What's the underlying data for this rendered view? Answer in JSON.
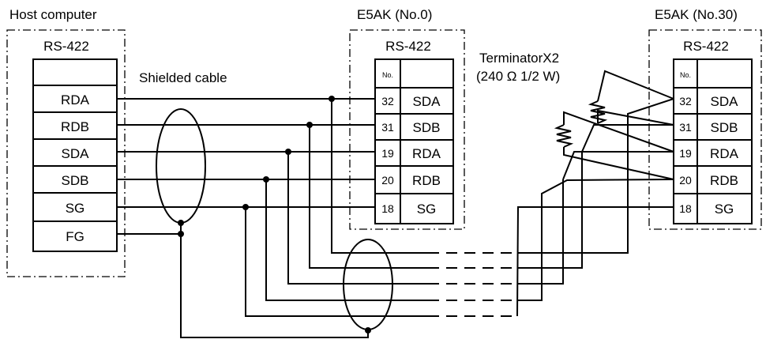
{
  "host": {
    "title": "Host computer",
    "interface": "RS-422",
    "signals": [
      "RDA",
      "RDB",
      "SDA",
      "SDB",
      "SG",
      "FG"
    ]
  },
  "cable": {
    "label": "Shielded cable"
  },
  "unit0": {
    "title": "E5AK (No.0)",
    "interface": "RS-422",
    "no_header": "No.",
    "terminals": [
      {
        "no": "32",
        "signal": "SDA"
      },
      {
        "no": "31",
        "signal": "SDB"
      },
      {
        "no": "19",
        "signal": "RDA"
      },
      {
        "no": "20",
        "signal": "RDB"
      },
      {
        "no": "18",
        "signal": "SG"
      }
    ]
  },
  "unit30": {
    "title": "E5AK (No.30)",
    "interface": "RS-422",
    "no_header": "No.",
    "terminals": [
      {
        "no": "32",
        "signal": "SDA"
      },
      {
        "no": "31",
        "signal": "SDB"
      },
      {
        "no": "19",
        "signal": "RDA"
      },
      {
        "no": "20",
        "signal": "RDB"
      },
      {
        "no": "18",
        "signal": "SG"
      }
    ]
  },
  "terminator": {
    "line1": "TerminatorX2",
    "line2": "(240 Ω 1/2 W)"
  }
}
